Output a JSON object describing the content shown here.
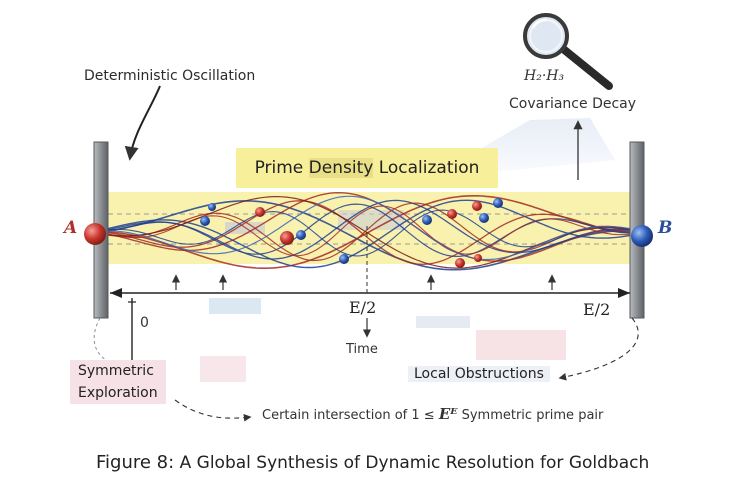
{
  "labels": {
    "oscillation": "Deterministic Oscillation",
    "prime_density": "Prime Density Localization",
    "prime_density_parts": [
      "Prime ",
      "Density",
      " Localization"
    ],
    "h2h3": "H₂·H₃",
    "covariance": "Covariance Decay",
    "point_a": "A",
    "point_b": "B",
    "zero": "0",
    "e_half_mid": "E/2",
    "e_half_end": "E/2",
    "time": "Time",
    "symmetric_line1": "Symmetric",
    "symmetric_line2": "Exploration",
    "local_obstructions": "Local Obstructions",
    "certain_prefix": "Certain intersection of 1 ≤ ",
    "certain_var": "Eᴱ",
    "certain_suffix": " Symmetric prime pair",
    "caption_fig": "Figure 8:",
    "caption_text": " A Global Synthesis of Dynamic Resolution for Goldbach"
  },
  "icons": {
    "magnifier": "magnifying-glass-icon"
  },
  "colors": {
    "red_wave": "#a32b22",
    "blue_wave": "#1f3f8f",
    "band": "#f7ef9a",
    "wall": "#8f9396",
    "red_ball": "#c8352b",
    "blue_ball": "#2d5bb8"
  }
}
